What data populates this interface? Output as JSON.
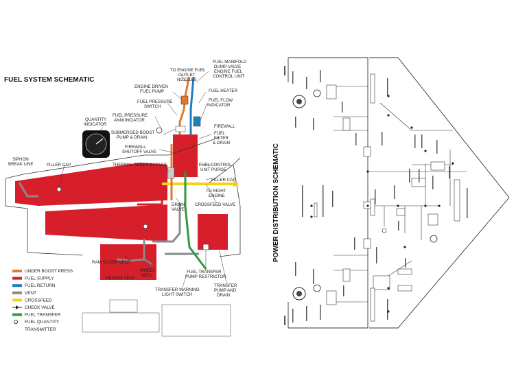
{
  "fuel": {
    "title": "FUEL SYSTEM SCHEMATIC",
    "labels": {
      "to_engine_fuel": "TO ENGINE FUEL",
      "outlet_nozzles": "OUTLET",
      "nozzles": "NOZZLES",
      "manifold1": "FUEL MANIFOLD",
      "manifold2": "DUMP-VALVE",
      "manifold3": "ENGINE FUEL",
      "manifold4": "CONTROL UNIT",
      "engine_driven1": "ENGINE DRIVEN",
      "engine_driven2": "FUEL PUMP",
      "fuel_heater": "FUEL HEATER",
      "pressure_switch1": "FUEL PRESSURE",
      "pressure_switch2": "SWITCH",
      "flow_indicator1": "FUEL FLOW",
      "flow_indicator2": "INDICATOR",
      "pressure_annunc1": "FUEL PRESSURE",
      "pressure_annunc2": "ANNUNCIATOR",
      "quantity1": "QUANTITY",
      "quantity2": "INDICATOR",
      "boost1": "SUBMERGED BOOST",
      "boost2": "PUMP & DRAIN",
      "firewall": "FIREWALL",
      "fuel_filter1": "FUEL",
      "fuel_filter2": "FILTER",
      "fuel_filter3": "& DRAIN",
      "shutoff1": "FIREWALL",
      "shutoff2": "SHUTOFF VALVE",
      "siphon1": "SIPHON",
      "siphon2": "BREAK LINE",
      "filler_cap_left": "FILLER CAP",
      "thermal_relief": "THERMAL RELIEF BYPASS",
      "control_purge1": "FUEL CONTROL",
      "control_purge2": "UNIT PURGE",
      "filler_cap_right": "FILLER CAP",
      "to_right1": "TO RIGHT",
      "to_right2": "ENGINE",
      "drain_valve1": "DRAIN",
      "drain_valve2": "VALVE",
      "crossfeed_valve": "CROSSFEED VALVE",
      "ram_scoop": "RAM SCOOP VENT",
      "wheel1": "WHEEL",
      "wheel2": "WELL",
      "heated_vent": "HEATED VENT",
      "transfer_restrictor1": "FUEL TRANSFER",
      "transfer_restrictor2": "PUMP RESTRICTOR",
      "transfer_warning1": "TRANSFER WARNING",
      "transfer_warning2": "LIGHT SWITCH",
      "transfer_pump1": "TRANSFER",
      "transfer_pump2": "PUMP AND",
      "transfer_pump3": "DRAIN"
    },
    "legend": [
      {
        "label": "UNDER BOOST PRESS",
        "color": "#e2792c",
        "kind": "bar"
      },
      {
        "label": "FUEL SUPPLY",
        "color": "#d61f2b",
        "kind": "bar"
      },
      {
        "label": "FUEL RETURN",
        "color": "#1d7fc2",
        "kind": "bar"
      },
      {
        "label": "VENT",
        "color": "#8a8a8a",
        "kind": "bar"
      },
      {
        "label": "CROSSFEED",
        "color": "#f2d21b",
        "kind": "bar"
      },
      {
        "label": "CHECK VALVE",
        "color": "#222222",
        "kind": "check"
      },
      {
        "label": "FUEL TRANSFER",
        "color": "#2e9a3e",
        "kind": "bar"
      },
      {
        "label": "FUEL QUANTITY",
        "color": "#222222",
        "kind": "circle"
      },
      {
        "label": "TRANSMITTER",
        "color": "#222222",
        "kind": "none"
      }
    ]
  },
  "power": {
    "title": "POWER DISTRIBUTION SCHEMATIC"
  },
  "colors": {
    "boost": "#e2792c",
    "supply": "#d61f2b",
    "return": "#1d7fc2",
    "vent": "#8a8a8a",
    "crossfeed": "#f2d21b",
    "transfer": "#2e9a3e"
  }
}
